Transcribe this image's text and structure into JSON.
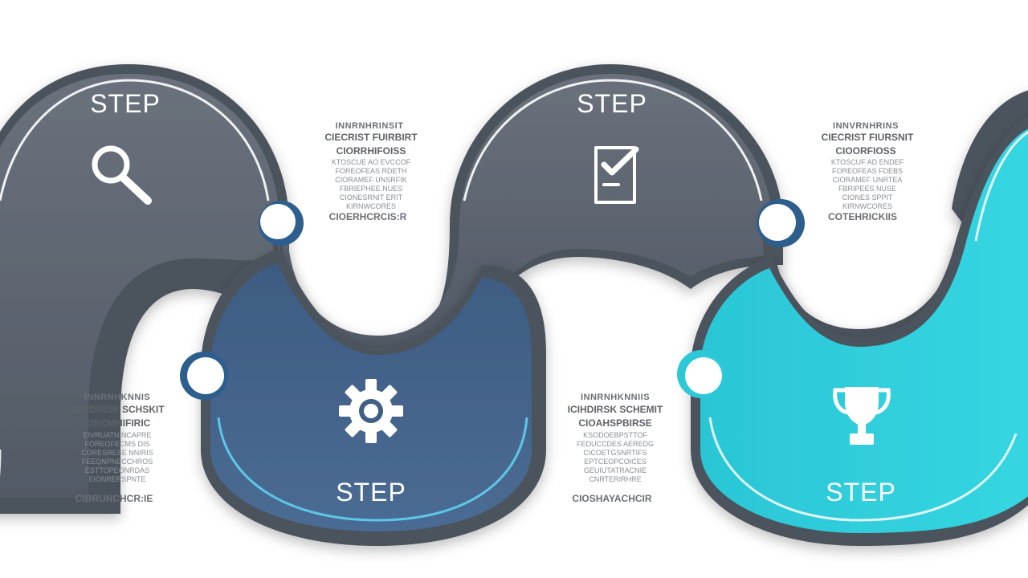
{
  "colors": {
    "gray_band": "#5c6470",
    "gray_border": "#4c535d",
    "blue_band": "#3f5f85",
    "cyan_band": "#2ec9d8",
    "glow": "#3ab6e0",
    "connector_fill": "#ffffff",
    "text_muted": "#7b7f85"
  },
  "steps": [
    {
      "label": "STEP",
      "icon": "magnifier-icon"
    },
    {
      "label": "STEP",
      "icon": "gear-icon"
    },
    {
      "label": "STEP",
      "icon": "checklist-icon"
    },
    {
      "label": "STEP",
      "icon": "trophy-icon"
    }
  ],
  "blurbs": [
    {
      "title": "INNRNHRINSIT",
      "subtitle": "CIECRIST FUIRBIRT",
      "head": "CIORRHIFOISS",
      "lines": [
        "KTOSCUE AO EVCCOF",
        "FOREOFEAS RDETH",
        "CIORAMEF UNSRFIK",
        "FBRIEPHEE NUES",
        "CIONESRNIT ERIT",
        "KIRNWCORES"
      ],
      "footer": "CIOERHCRCIS:R"
    },
    {
      "title": "INNRNHKNNIS",
      "subtitle": "ICIHDIRSK SCHSKIT",
      "head": "CIRCMHIFIRIC",
      "lines": [
        "EIVRUATN NCAPRE",
        "FOREOFECMS DIS",
        "CORESRESE NNIRIS",
        "FEEQNPNECCHROS",
        "ESTTOPEONRDAS",
        "EIONRERSPNTE"
      ],
      "footer": "CIBRUNCHCR:IE"
    },
    {
      "title": "INNRNHKNNIIS",
      "subtitle": "ICIHDIRSK SCHEMIT",
      "head": "CIOAHSPBIRSE",
      "lines": [
        "KSODOEBPSTTOF",
        "FEDUCCDES AEREDG",
        "CICOETGSNRTIFS",
        "EPTCEOPCOICES",
        "GEUIUTATRACNIE",
        "CNRTERIRHRE"
      ],
      "footer": "CIOSHAYACHCIR"
    },
    {
      "title": "INNVRNHRINS",
      "subtitle": "CIECRIST FIURSNIT",
      "head": "CIOORFIOSS",
      "lines": [
        "KTOSCUF AD ENDEF",
        "FOREOFEAS FDEBS",
        "CIORAMEF UNRTEA",
        "FBRIPEES NUSE",
        "CIONES SPPIT",
        "KIRNWCORES"
      ],
      "footer": "COTEHRICKIIS"
    }
  ]
}
